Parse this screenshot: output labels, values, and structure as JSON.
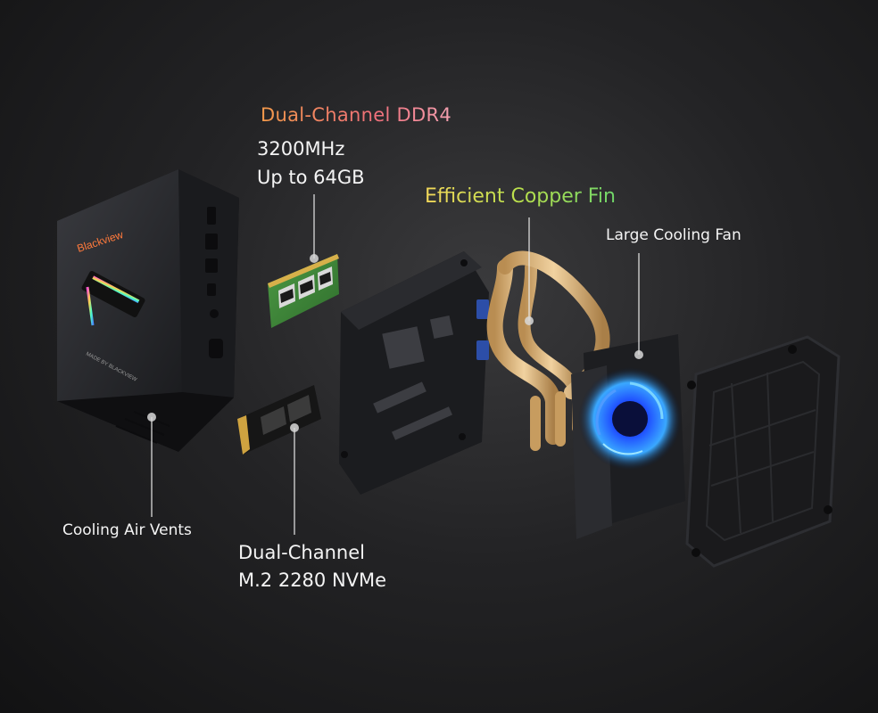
{
  "labels": {
    "ddr_title": "Dual-Channel DDR4",
    "ddr_speed": "3200MHz",
    "ddr_capacity": "Up to 64GB",
    "copper_fin": "Efficient Copper Fin",
    "cooling_fan": "Large Cooling Fan",
    "air_vents": "Cooling Air Vents",
    "nvme_line1": "Dual-Channel",
    "nvme_line2": "M.2 2280 NVMe"
  },
  "case_logo": "Blackview",
  "case_tagline": "MADE BY BLACKVIEW",
  "colors": {
    "background": "#1e1e20",
    "fan_glow": "#1e6cff",
    "copper": "#d9b47a",
    "ram_pcb": "#3f8a3a",
    "ddr_title_gradient": [
      "#f39a4a",
      "#f06f7a"
    ],
    "copper_title_gradient": [
      "#f3d85a",
      "#6fd66a"
    ]
  }
}
